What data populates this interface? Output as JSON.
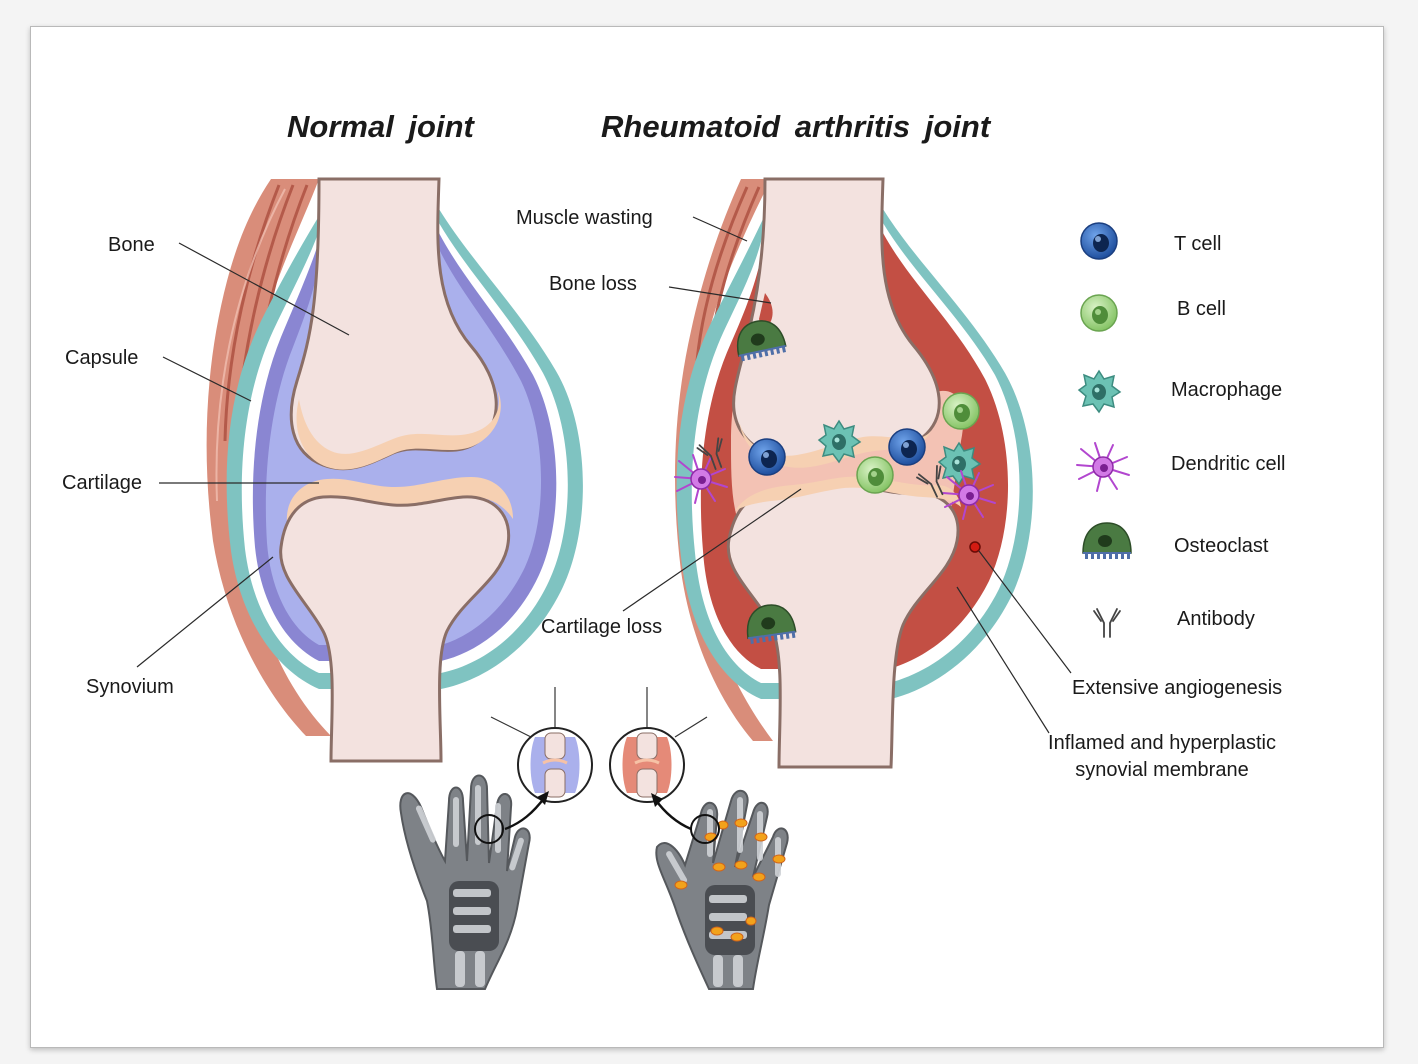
{
  "titles": {
    "normal": "Normal  joint",
    "ra": "Rheumatoid  arthritis  joint"
  },
  "normal_labels": {
    "bone": "Bone",
    "capsule": "Capsule",
    "cartilage": "Cartilage",
    "synovium": "Synovium"
  },
  "ra_labels": {
    "muscle_wasting": "Muscle wasting",
    "bone_loss": "Bone loss",
    "cartilage_loss": "Cartilage loss",
    "angiogenesis": "Extensive  angiogenesis",
    "synovial_line1": "Inflamed and hyperplastic",
    "synovial_line2": "synovial membrane"
  },
  "legend": [
    {
      "label": "T cell",
      "icon": "t-cell-icon"
    },
    {
      "label": "B cell",
      "icon": "b-cell-icon"
    },
    {
      "label": "Macrophage",
      "icon": "macrophage-icon"
    },
    {
      "label": "Dendritic  cell",
      "icon": "dendritic-cell-icon"
    },
    {
      "label": "Osteoclast",
      "icon": "osteoclast-icon"
    },
    {
      "label": "Antibody",
      "icon": "antibody-icon"
    }
  ],
  "colors": {
    "bone": "#f3e2df",
    "bone_outline": "#8a6e66",
    "cartilage": "#f6d0b2",
    "synovial_fluid_normal": "#aab0ec",
    "synovium_normal": "#8a86d2",
    "capsule": "#7fc3c1",
    "muscle": "#d98d7a",
    "inflamed_synovium": "#c34f44",
    "t_cell": "#2a63b8",
    "b_cell": "#9ed47f",
    "macrophage": "#5fb7a8",
    "dendritic_cell": "#b246cf",
    "osteoclast": "#3f6b3a",
    "inflammation_highlight": "#f2a21b"
  }
}
